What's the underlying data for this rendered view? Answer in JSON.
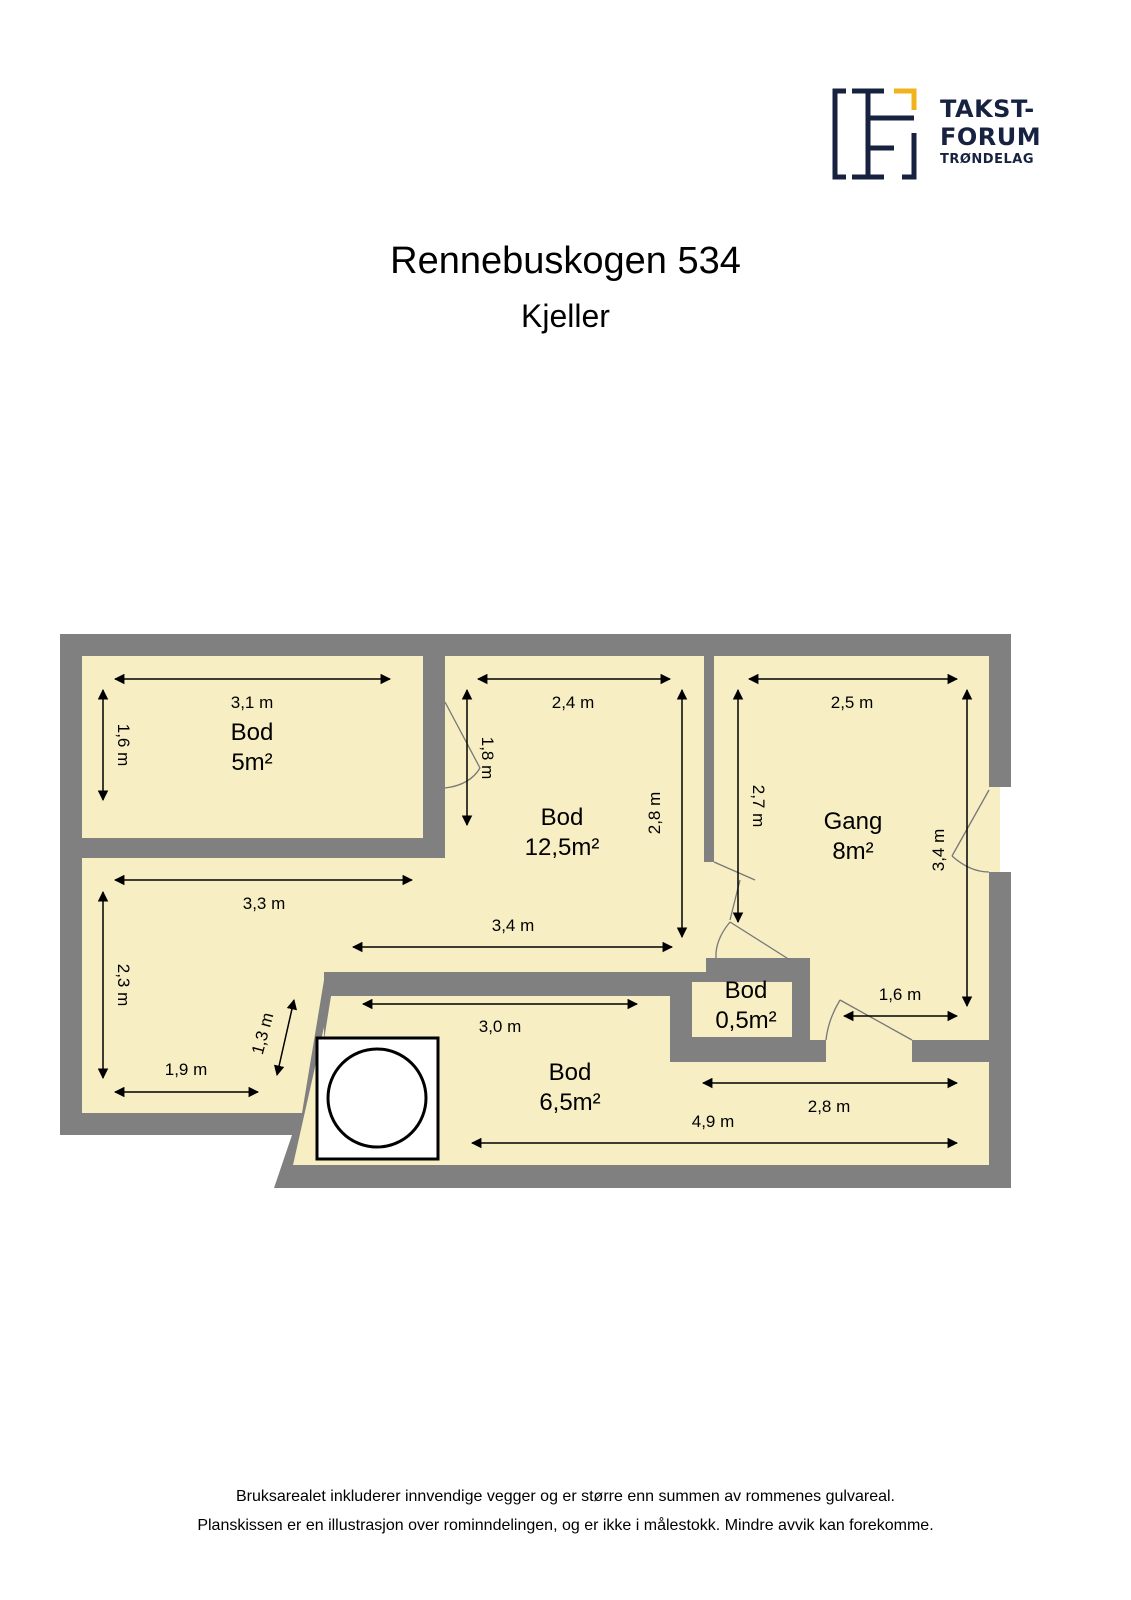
{
  "logo": {
    "line1": "TAKST-",
    "line2": "FORUM",
    "line3": "TRØNDELAG",
    "primary_color": "#16223f",
    "accent_color": "#f2b21b"
  },
  "header": {
    "title": "Rennebuskogen 534",
    "subtitle": "Kjeller"
  },
  "colors": {
    "wall": "#808080",
    "floor": "#f7eec4",
    "text": "#000000"
  },
  "rooms": [
    {
      "name": "Bod",
      "area": "5m²"
    },
    {
      "name": "Bod",
      "area": "12,5m²"
    },
    {
      "name": "Gang",
      "area": "8m²"
    },
    {
      "name": "Bod",
      "area": "0,5m²"
    },
    {
      "name": "Bod",
      "area": "6,5m²"
    }
  ],
  "dimensions": {
    "bod5_width": "3,1 m",
    "bod5_height": "1,6 m",
    "bod12_width": "2,4 m",
    "bod12_door": "1,8 m",
    "bod12_height": "2,8 m",
    "gang_width": "2,5 m",
    "gang_height_left": "2,7 m",
    "gang_height_right": "3,4 m",
    "lower_left_width": "3,3 m",
    "lower_mid_width": "3,4 m",
    "lower_left_height": "2,3 m",
    "lower_left_diag": "1,3 m",
    "lower_left_bottom": "1,9 m",
    "bod65_top": "3,0 m",
    "gang_bottom": "1,6 m",
    "bod65_right": "2,8 m",
    "bod65_bottom": "4,9 m"
  },
  "footer": {
    "line1": "Bruksarealet inkluderer innvendige vegger og er større enn summen av rommenes gulvareal.",
    "line2": "Planskissen er en illustrasjon over rominndelingen, og er ikke i målestokk. Mindre avvik kan forekomme."
  }
}
